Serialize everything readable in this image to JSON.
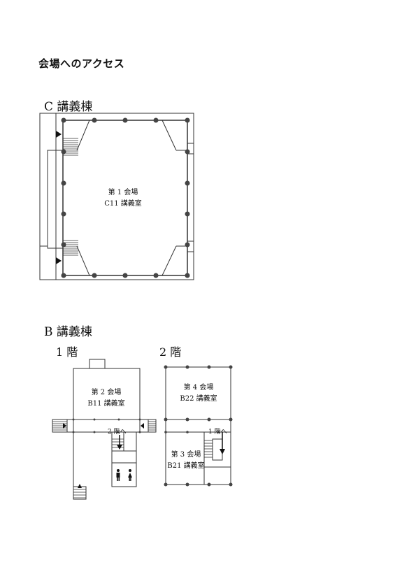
{
  "page": {
    "heading": "会場へのアクセス"
  },
  "c_building": {
    "title": "C 講義棟",
    "room": {
      "venue": "第 1 会場",
      "name": "C11 講義室"
    }
  },
  "b_building": {
    "title": "B 講義棟",
    "floor1": {
      "title": "1 階",
      "room": {
        "venue": "第 2 会場",
        "name": "B11 講義室"
      },
      "stairs_label": "2 階へ"
    },
    "floor2": {
      "title": "2 階",
      "room_top": {
        "venue": "第 4 会場",
        "name": "B22 講義室"
      },
      "room_bottom": {
        "venue": "第 3 会場",
        "name": "B21 講義室"
      },
      "stairs_label": "1 階へ"
    }
  },
  "icons": [
    "restroom-icon",
    "entrance-arrow-icon",
    "down-arrow-icon"
  ]
}
